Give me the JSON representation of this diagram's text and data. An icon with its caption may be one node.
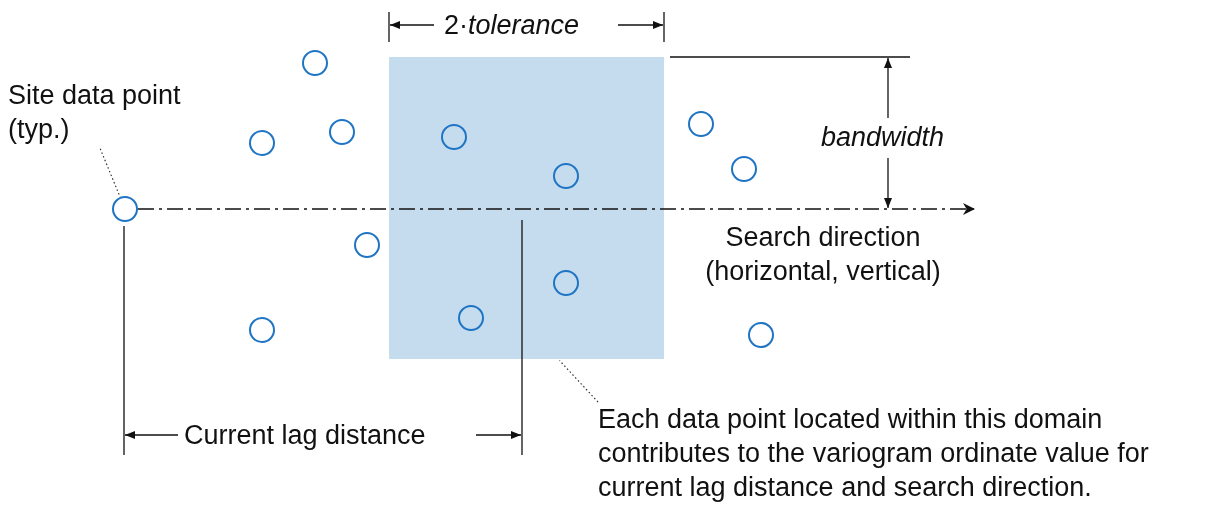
{
  "diagram": {
    "nodes": [
      {
        "text": [
          "Site data point (typ.)"
        ]
      },
      {
        "text": [],
        "shape": "circle"
      },
      {
        "text": [],
        "shape": "box"
      },
      {
        "text": [
          "Each data point located within this domain contributes to the variogram ordinate value for current lag distance and search direction."
        ]
      }
    ],
    "edges": [
      {
        "from": 0,
        "to": 1,
        "arrow": "none"
      },
      {
        "from": 3,
        "to": 2,
        "arrow": "none"
      }
    ],
    "labels": [
      "2·*tolerance*",
      "bandwidth",
      "Search direction (horizontal, vertical)",
      "Current lag distance"
    ]
  }
}
